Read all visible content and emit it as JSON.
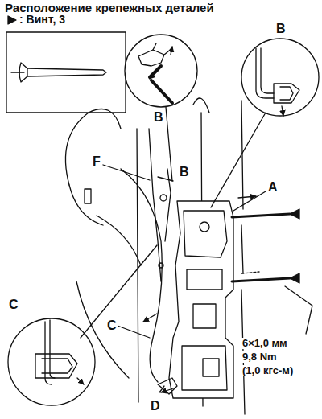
{
  "diagram": {
    "title": "Расположение крепежных деталей",
    "labels": [
      "B",
      "B",
      "F",
      "B",
      "A",
      "C",
      "C",
      "D",
      "6×1,0 мм",
      "9,8 Nm",
      "(1,0 кгс-м)"
    ],
    "legend": [
      {
        "text": ": Винт, 3"
      }
    ]
  }
}
